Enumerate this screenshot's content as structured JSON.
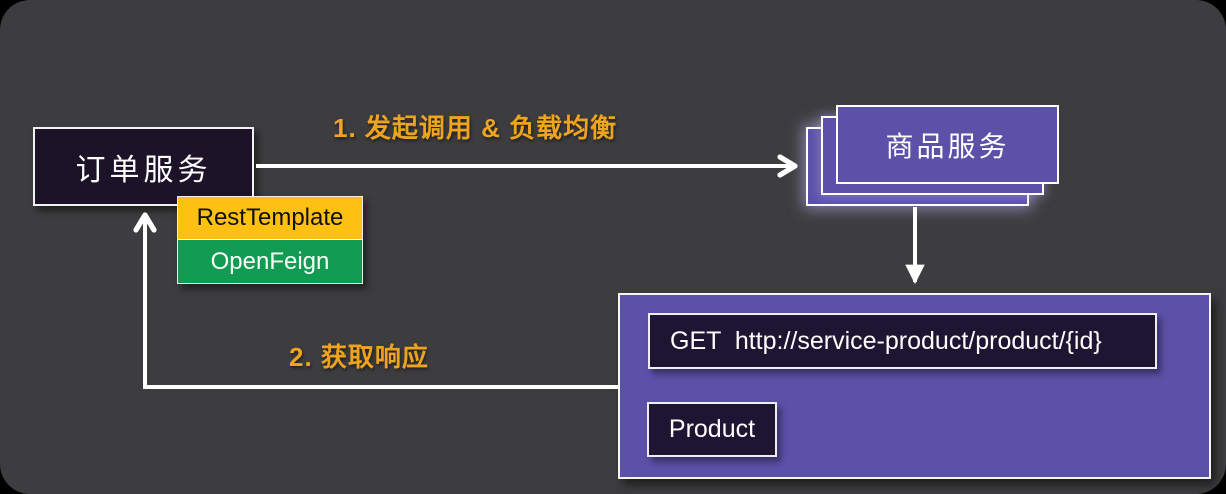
{
  "diagram": {
    "order_service": {
      "label": "订单服务"
    },
    "client_libs": {
      "rest_template": {
        "label": "RestTemplate"
      },
      "open_feign": {
        "label": "OpenFeign"
      }
    },
    "product_service": {
      "label": "商品服务"
    },
    "request_panel": {
      "request": "GET  http://service-product/product/{id}",
      "response_model": "Product"
    },
    "edges": {
      "call_label": "1. 发起调用 & 负载均衡",
      "response_label": "2. 获取响应"
    },
    "colors": {
      "outside_bg": "#000000",
      "panel_bg": "#3d3d3f",
      "dark_node": "#1c1328",
      "purple_node": "#5b51a8",
      "inner_dark_node": "#1e1533",
      "rest_template_bg": "#fec011",
      "open_feign_bg": "#129b53",
      "label_orange": "#efa41f",
      "line_white": "#ffffff"
    }
  }
}
